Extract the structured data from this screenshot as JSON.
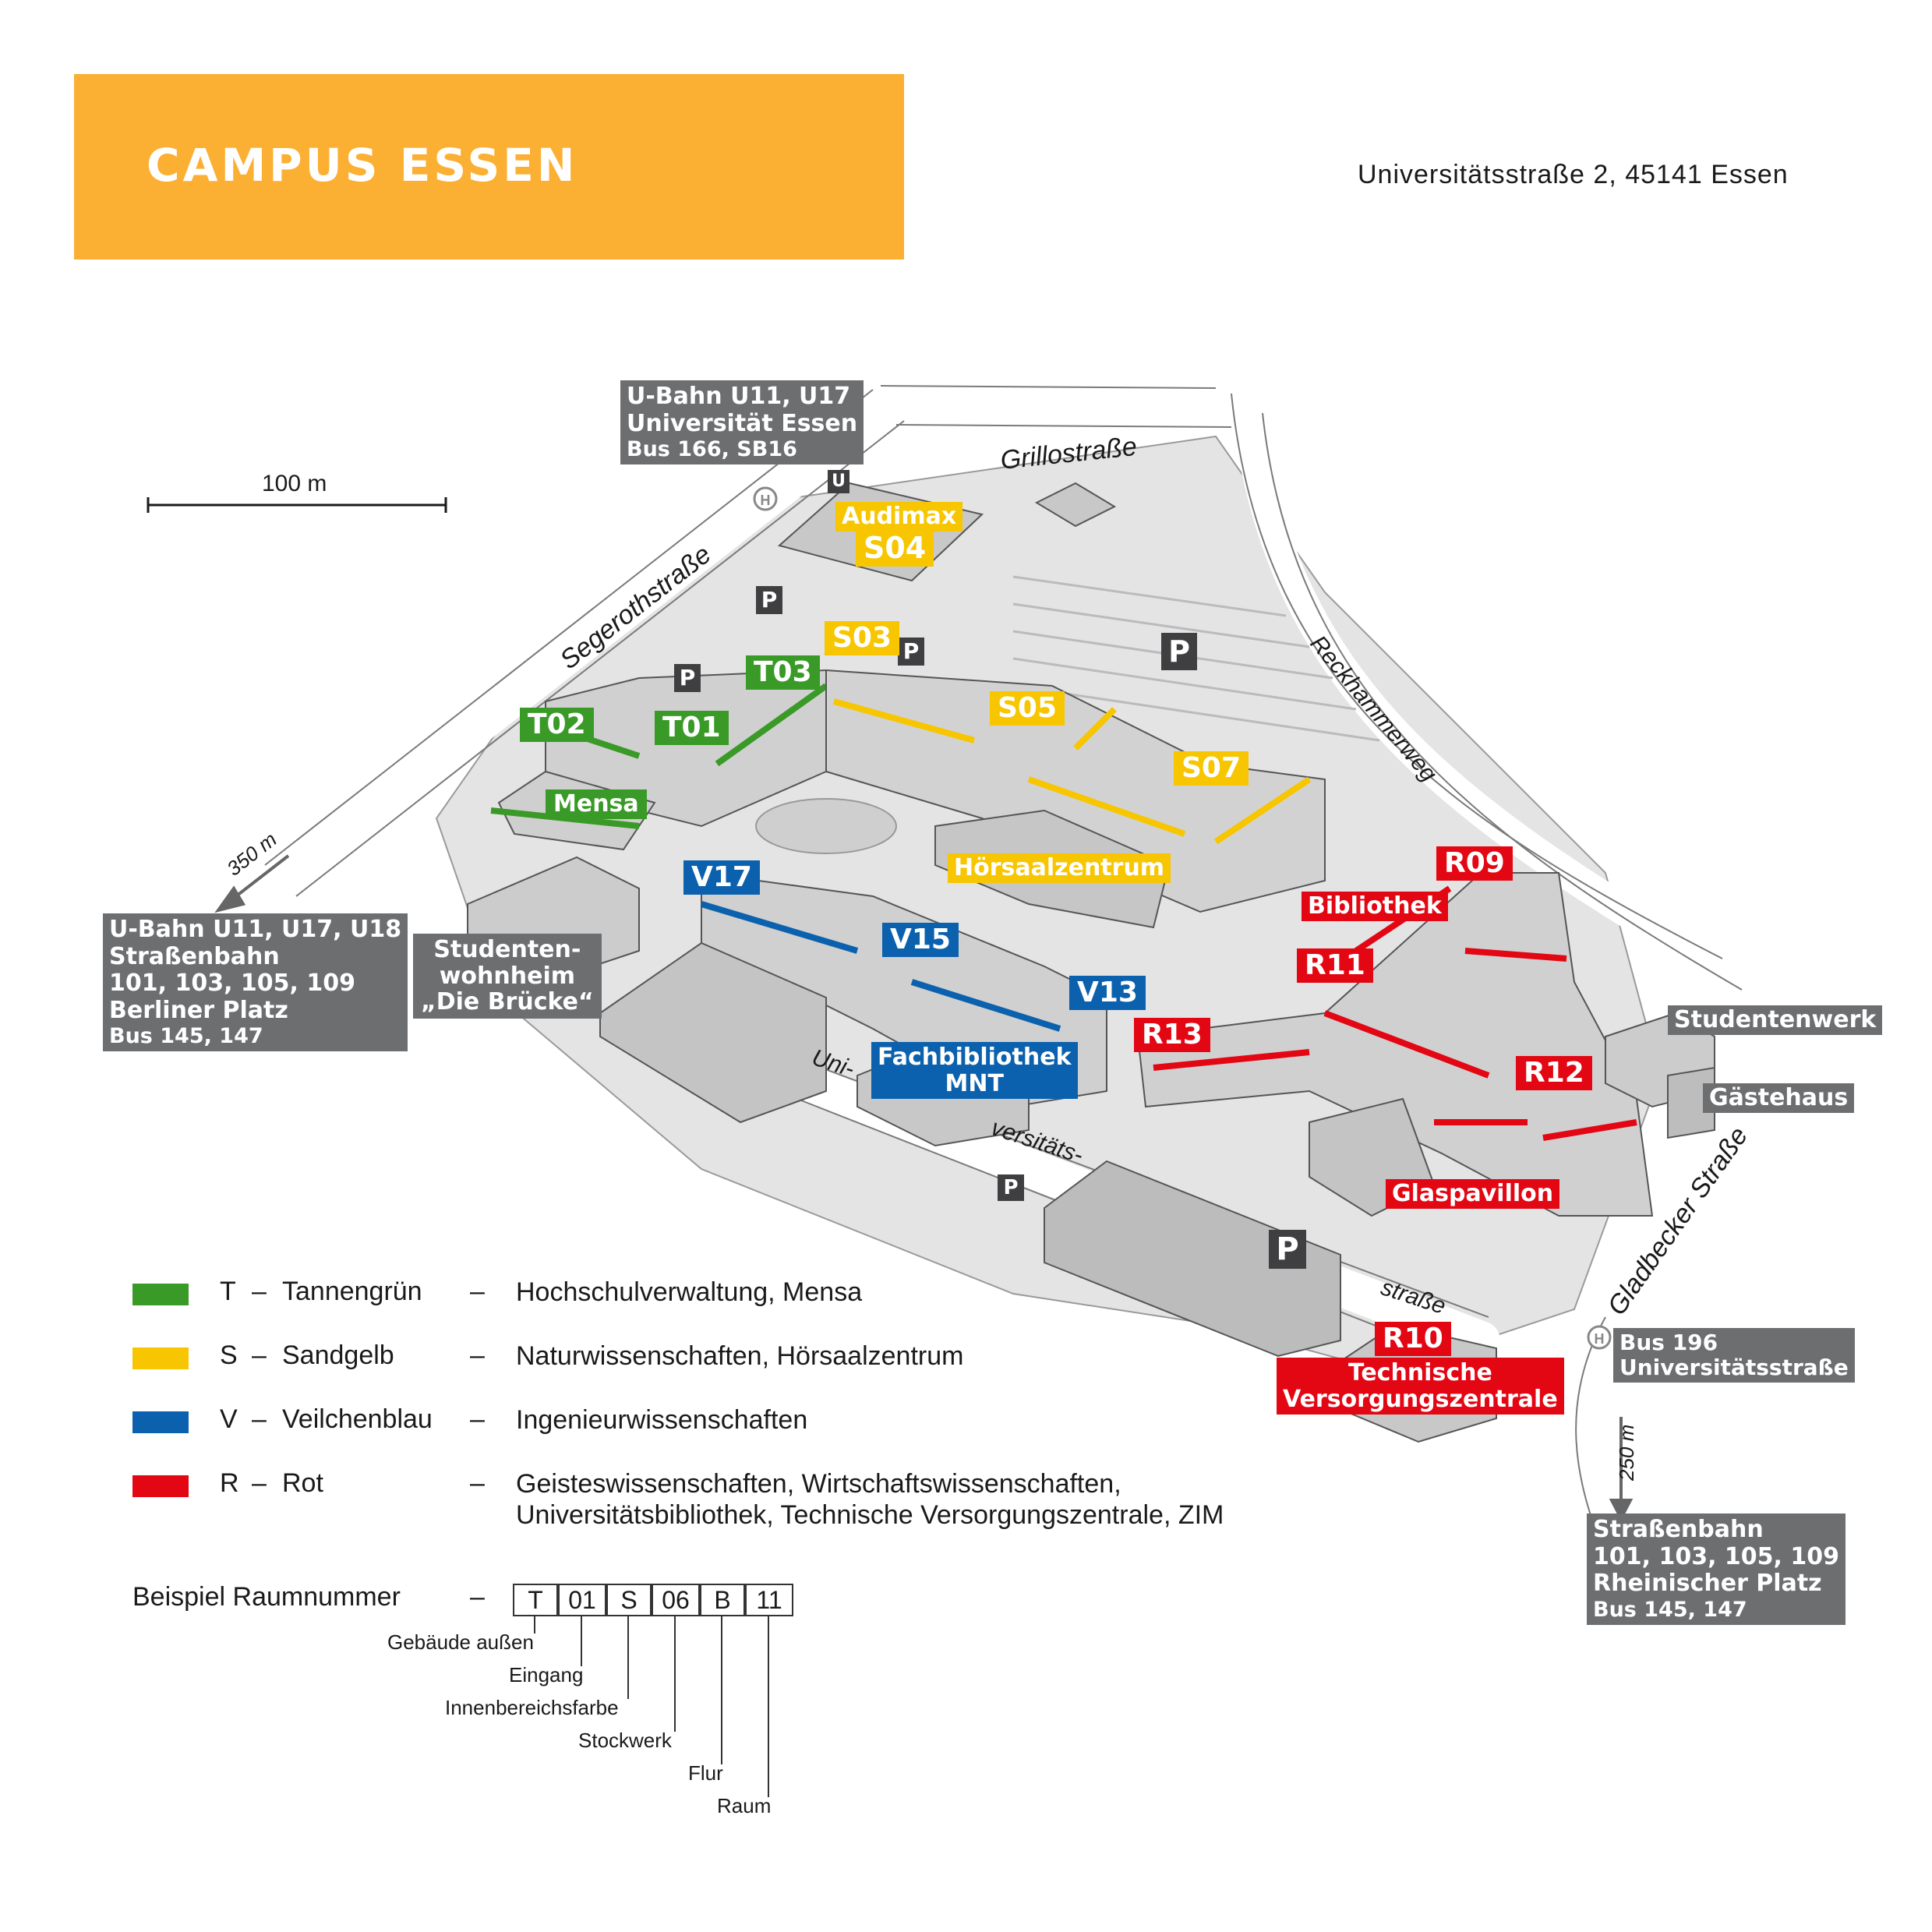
{
  "header": {
    "title": "CAMPUS ESSEN",
    "address": "Universitätsstraße 2, 45141 Essen"
  },
  "scale": {
    "label": "100 m"
  },
  "streets": {
    "grillo": "Grillostraße",
    "segeroth": "Segerothstraße",
    "reckhammer": "Reckhammerweg",
    "gladbecker": "Gladbecker Straße",
    "uni_1": "Uni-",
    "uni_2": "versitäts-",
    "uni_3": "straße",
    "dist_350": "350 m",
    "dist_250": "250 m"
  },
  "buildings": {
    "audimax": "Audimax",
    "s04": "S04",
    "s03": "S03",
    "s05": "S05",
    "s07": "S07",
    "hoersaalzentrum": "Hörsaalzentrum",
    "t03": "T03",
    "t02": "T02",
    "t01": "T01",
    "mensa": "Mensa",
    "v17": "V17",
    "v15": "V15",
    "v13": "V13",
    "fachbib_1": "Fachbibliothek",
    "fachbib_2": "MNT",
    "r09": "R09",
    "bibliothek": "Bibliothek",
    "r11": "R11",
    "r13": "R13",
    "r12": "R12",
    "glaspavillon": "Glaspavillon",
    "r10": "R10",
    "tvz_1": "Technische",
    "tvz_2": "Versorgungszentrale",
    "studentenwerk": "Studentenwerk",
    "gaestehaus": "Gästehaus",
    "wohnheim_1": "Studenten-",
    "wohnheim_2": "wohnheim",
    "wohnheim_3": "„Die Brücke“"
  },
  "parking": {
    "symbol": "P",
    "ubahn_symbol": "U",
    "bus_stop_symbol": "H"
  },
  "transit": {
    "north": [
      "U-Bahn U11, U17",
      "Universität Essen",
      "Bus 166, SB16"
    ],
    "west": [
      "U-Bahn U11, U17, U18",
      "Straßenbahn",
      "101, 103, 105, 109",
      "Berliner Platz",
      "Bus 145, 147"
    ],
    "east_bus": [
      "Bus 196",
      "Universitätsstraße"
    ],
    "south_east": [
      "Straßenbahn",
      "101, 103, 105, 109",
      "Rheinischer Platz",
      "Bus 145, 147"
    ]
  },
  "legend": [
    {
      "code": "T",
      "name": "Tannengrün",
      "desc": [
        "Hochschulverwaltung, Mensa"
      ],
      "color": "#3a9a27"
    },
    {
      "code": "S",
      "name": "Sandgelb",
      "desc": [
        "Naturwissenschaften, Hörsaalzentrum"
      ],
      "color": "#f7c600"
    },
    {
      "code": "V",
      "name": "Veilchenblau",
      "desc": [
        "Ingenieurwissenschaften"
      ],
      "color": "#0b61ae"
    },
    {
      "code": "R",
      "name": "Rot",
      "desc": [
        "Geisteswissenschaften, Wirtschaftswissenschaften,",
        "Universitätsbibliothek, Technische Versorgungszentrale, ZIM"
      ],
      "color": "#e30613"
    }
  ],
  "dash": "–",
  "room_example": {
    "label": "Beispiel Raumnummer",
    "parts": [
      "T",
      "01",
      "S",
      "06",
      "B",
      "11"
    ],
    "captions": [
      "Gebäude außen",
      "Eingang",
      "Innenbereichsfarbe",
      "Stockwerk",
      "Flur",
      "Raum"
    ]
  }
}
